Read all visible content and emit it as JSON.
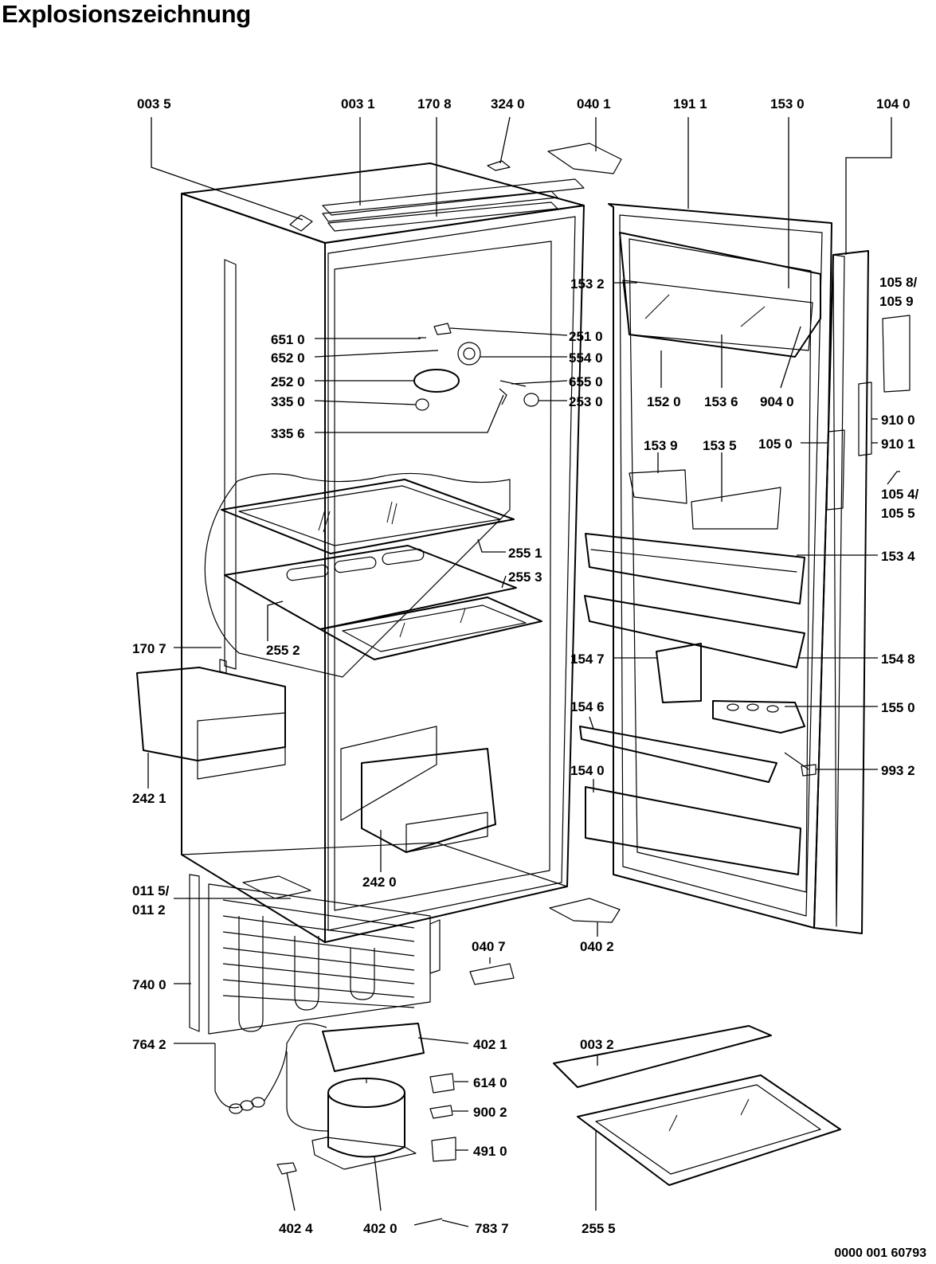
{
  "title": "Explosionszeichnung",
  "document_number": "0000 001 60793",
  "labels": {
    "l0035": "003 5",
    "l0031": "003 1",
    "l1708": "170 8",
    "l3240": "324 0",
    "l0401": "040 1",
    "l1911": "191 1",
    "l1530": "153 0",
    "l1040": "104 0",
    "l1058": "105 8/",
    "l1059": "105 9",
    "l1532": "153 2",
    "l6510": "651 0",
    "l6520": "652 0",
    "l2520": "252 0",
    "l3350": "335 0",
    "l3356": "335 6",
    "l2510": "251 0",
    "l5540": "554 0",
    "l6550": "655 0",
    "l2530": "253 0",
    "l1520": "152 0",
    "l1536": "153 6",
    "l9040": "904 0",
    "l9100": "910 0",
    "l9101": "910 1",
    "l1539": "153 9",
    "l1535": "153 5",
    "l1050": "105 0",
    "l1054": "105 4/",
    "l1055": "105 5",
    "l2551": "255 1",
    "l2553": "255 3",
    "l1534": "153 4",
    "l1707": "170 7",
    "l2552": "255 2",
    "l1547": "154 7",
    "l1548": "154 8",
    "l1550": "155 0",
    "l1546": "154 6",
    "l2421": "242 1",
    "l9932": "993 2",
    "l1540": "154 0",
    "l2420": "242 0",
    "l0115": "011 5/",
    "l0112": "011 2",
    "l0402": "040 2",
    "l0407": "040 7",
    "l7400": "740 0",
    "l7642": "764 2",
    "l4021": "402 1",
    "l0032": "003 2",
    "l6140": "614 0",
    "l9002": "900 2",
    "l4910": "491 0",
    "l4024": "402 4",
    "l4020": "402 0",
    "l7837": "783 7",
    "l2555": "255 5"
  }
}
